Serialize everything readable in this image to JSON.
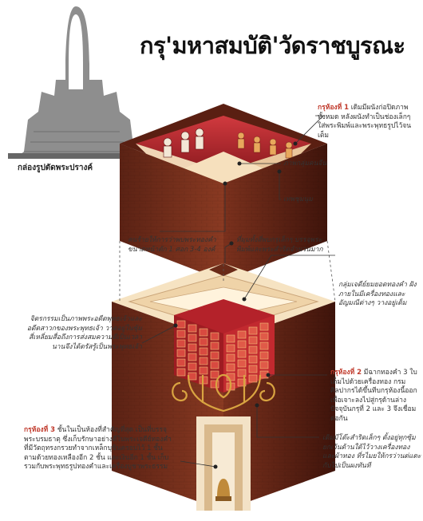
{
  "title": "กรุ'มหาสมบัติ'วัดราชบูรณะ",
  "prang_caption": "กล่องรูปตัดพระปรางค์",
  "chamber1": {
    "heading": "กรุห้องที่ 1",
    "text": "เดิมมีผนังก่อปิดภาพทั้งหมด หลังผนังทำเป็นช่องเล็กๆ ใส่พระพิมพ์และพระพุทธรูปไว้จนเต็ม"
  },
  "chamber2": {
    "heading": "กรุห้องที่ 2",
    "text": "มีฉากทองคำ 3 ใบ เต็มไปด้วยเครื่องทอง กรมศิลปากรได้ขึ้นทีบกรุห้องนี้ออกเพื่อเจาะลงไปสู่กรุด้านล่าง ปัจจุบันกรุที่ 2 และ 3 จึงเชื่อมต่อกัน"
  },
  "chamber3": {
    "heading": "กรุห้องที่ 3",
    "text": "ชั้นในเป็นห้องที่สำคัญที่สุด เป็นที่บรรจุพระบรมธาตุ ซึ่งเก็บรักษาอย่างดีในพระเจดีย์ทองคำที่มีวัตถุทรงกรวยทำจากเหล็กบุชินครอบไว้ 1 ชั้น ตามด้วยทองเหลืองอีก 2 ชั้น และเงินอีก 1 ชั้น เก็บรวมกับพระพุทธรูปทองคำและเครื่องบูชาพระธรรม"
  },
  "labels": {
    "chinese_group": "ภาพกลุ่มคนจีน",
    "deity": "เทพชุมนุม",
    "offering": "คนร้ายให้การว่าพบพระทองคำขนาดหน้าตัก 1 ศอก 3-4 องค์",
    "found_place": "ที่มุมทั้งสี่พบกรุเล็กๆ บรรจุพระพิมพ์และพระสำริดจำนวนมาก",
    "mural": "จิตรกรรมเป็นภาพพระอดีตพุทธเจ้าและอดีตสาวกของพระพุทธเจ้า วาดอยู่ในซุ้มสี่เหลี่ยมสื่อถึงการส่งสมความดีเป็นเวลานานจึงได้ตรัสรู้เป็นพระพุทธเจ้า",
    "stupa_group": "กลุ่มเจดีย์ยมยอดทองคำ ฝังภายในมีเครื่องทองและอัญมณีต่างๆ วางอยู่เต็ม",
    "bronze": "เดิมมีโต๊ะสำริดเล็กๆ ตั้งอยู่ทุกซุ้ม ยกเว้นด้านใต้ไว้วางเครื่องทอง และผ้าทอง ที่รไมยให้กรว่านต่แตะกับไปเป็นผงทันที"
  },
  "colors": {
    "brick": "#7a2e1c",
    "brick_dark": "#4e1a0f",
    "cream": "#f6e3c2",
    "mural_red": "#b9232a",
    "accent_red": "#c0392b"
  }
}
